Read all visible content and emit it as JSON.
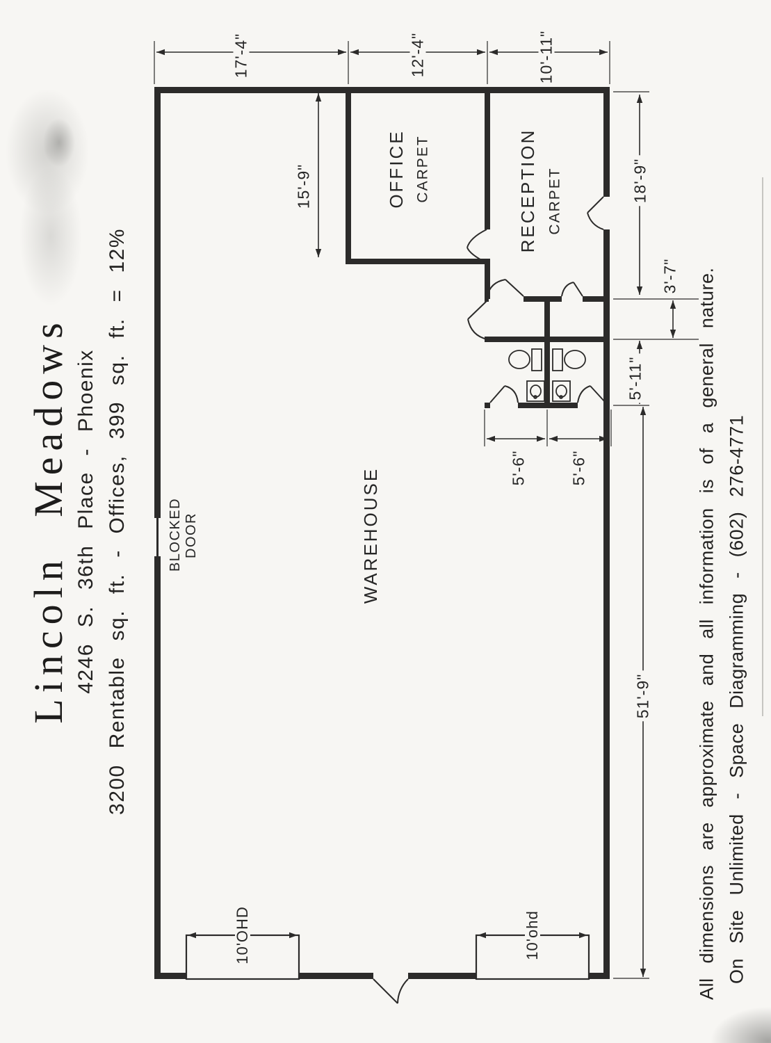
{
  "title_block": {
    "project_name": "Lincoln Meadows",
    "address": "4246 S. 36th Place - Phoenix",
    "area_note": "3200 Rentable sq. ft. - Offices, 399 sq. ft. = 12%"
  },
  "rooms": {
    "warehouse": {
      "label": "WAREHOUSE"
    },
    "office": {
      "label": "OFFICE",
      "floor": "CARPET"
    },
    "reception": {
      "label": "RECEPTION",
      "floor": "CARPET"
    }
  },
  "doors": {
    "blocked_door_line1": "BLOCKED",
    "blocked_door_line2": "DOOR",
    "overhead_door_left": "10'OHD",
    "overhead_door_right": "10'ohd"
  },
  "dimensions": {
    "front_bay_1": "17'-4\"",
    "front_bay_2": "12'-4\"",
    "front_bay_3": "10'-11\"",
    "office_depth": "15'-9\"",
    "reception_depth": "18'-9\"",
    "hall_depth": "3'-7\"",
    "restroom_depth": "5'-11\"",
    "warehouse_length": "51'-9\"",
    "restroom_width_top": "5'-6\"",
    "restroom_width_bottom": "5'-6\""
  },
  "footer": {
    "disclaimer": "All dimensions are approximate and all information is of a general nature.",
    "credit": "On Site Unlimited - Space Diagramming - (602) 276-4771"
  },
  "colors": {
    "paper": "#f7f6f3",
    "ink": "#2c2b2a"
  }
}
